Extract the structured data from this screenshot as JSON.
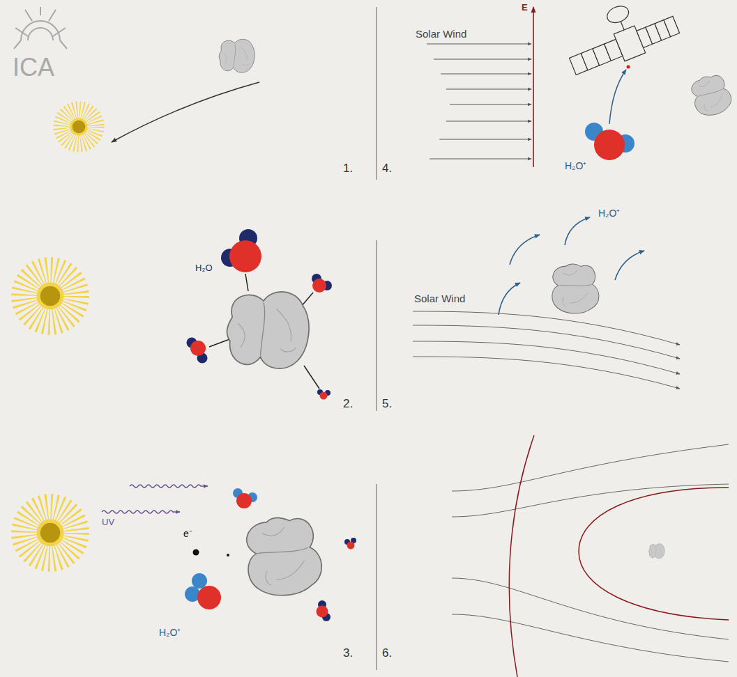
{
  "diagram": {
    "labels": [
      "ICA",
      "1.",
      "4.",
      "Solar Wind",
      "E",
      "H₂O⁺",
      "H₂O",
      "2.",
      "5.",
      "H₂O⁺",
      "Solar Wind",
      "UV",
      "e⁻",
      "H₂O⁺",
      "3.",
      "6."
    ]
  }
}
